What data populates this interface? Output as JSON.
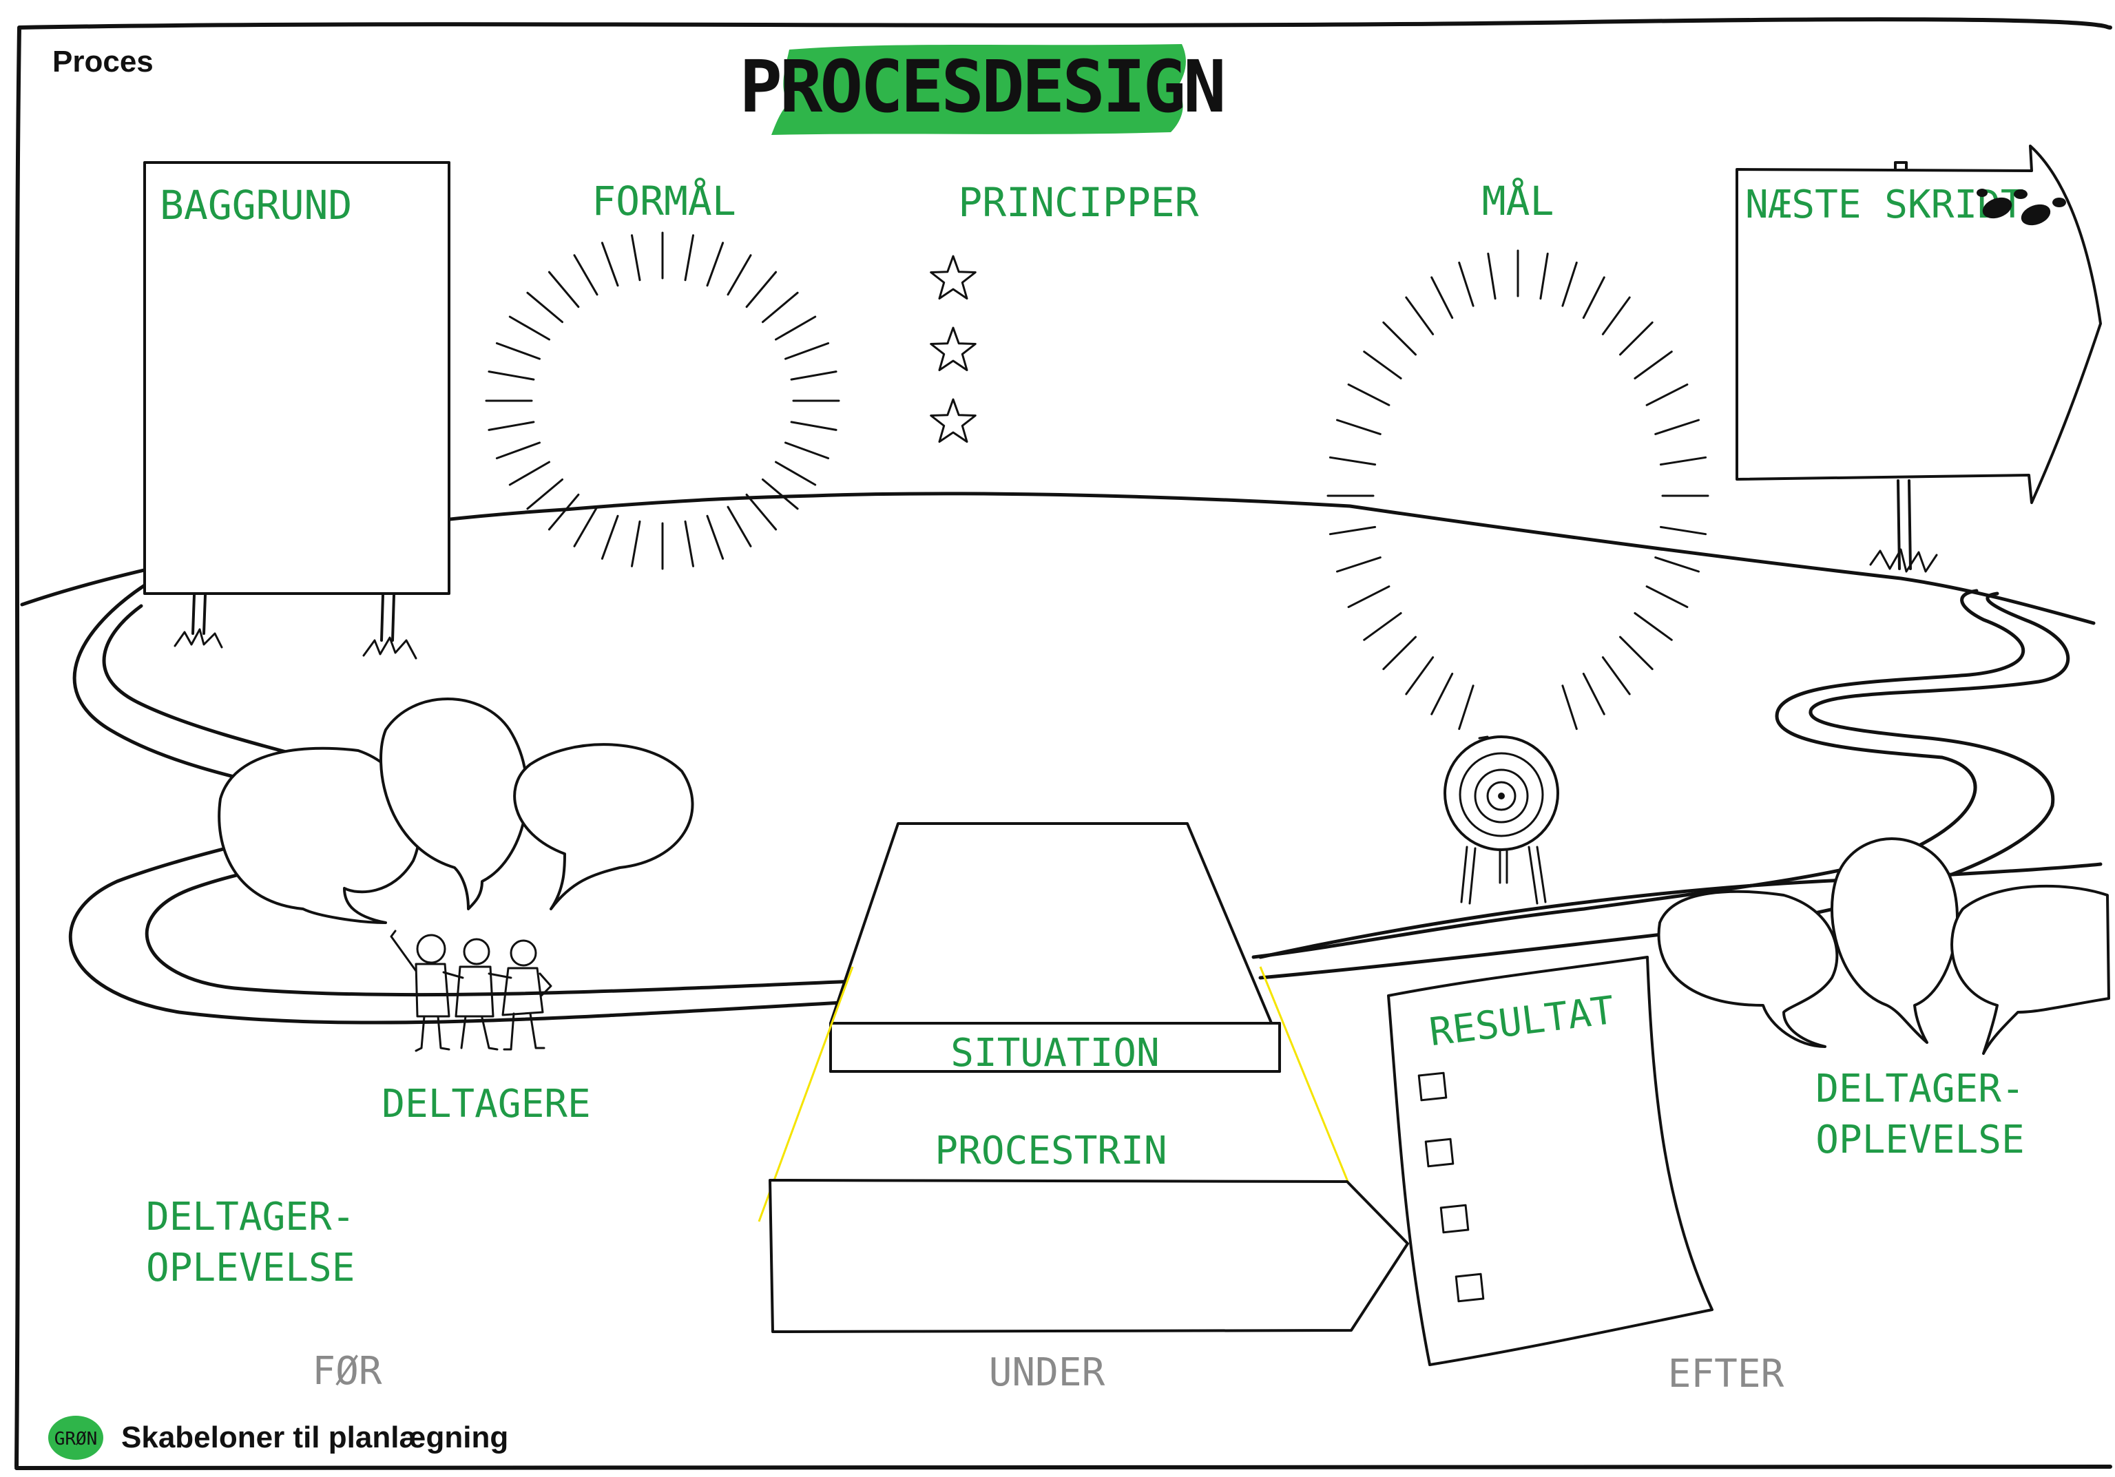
{
  "header": {
    "category": "Proces",
    "title": "PROCESDESIGN"
  },
  "fields": {
    "baggrund": "BAGGRUND",
    "formal": "FORMÅL",
    "principper": "PRINCIPPER",
    "mal": "MÅL",
    "naeste_skridt": "NÆSTE SKRIDT",
    "deltagere": "DELTAGERE",
    "situation": "SITUATION",
    "procestrin": "PROCESTRIN",
    "resultat": "RESULTAT",
    "deltageroplevelse_before": [
      "DELTAGER-",
      "OPLEVELSE"
    ],
    "deltageroplevelse_after": [
      "DELTAGER-",
      "OPLEVELSE"
    ]
  },
  "phases": {
    "before": "FØR",
    "during": "UNDER",
    "after": "EFTER"
  },
  "footer": {
    "badge": "GRØN",
    "text": "Skabeloner til planlægning"
  },
  "colors": {
    "brand_green": "#2fb54a",
    "label_green": "#1f9a46",
    "phase_gray": "#8a8a8a",
    "highlight_yellow": "#f5e400",
    "ink": "#111111"
  }
}
